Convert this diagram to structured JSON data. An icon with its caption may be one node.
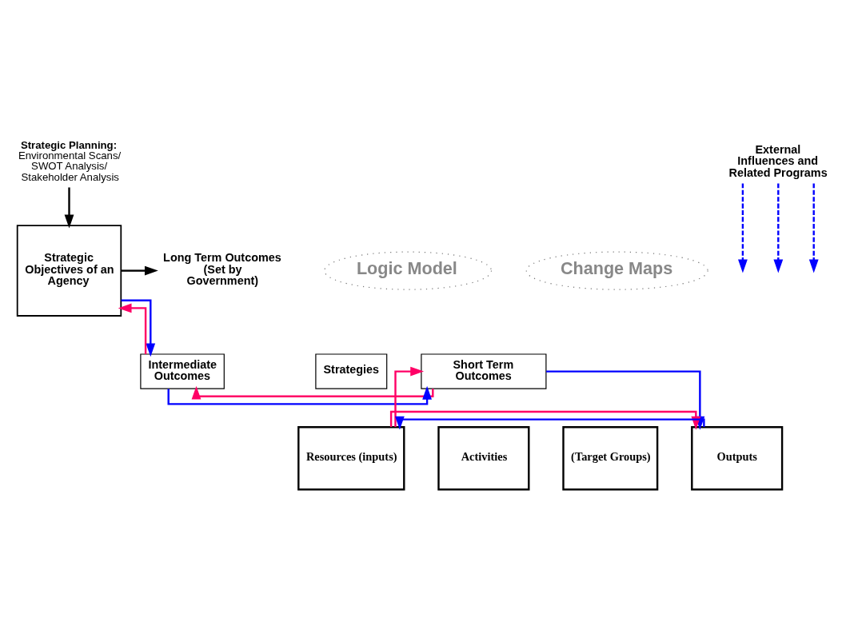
{
  "diagram": {
    "nodes": [
      {
        "text": [
          "Strategic Planning:",
          "Environmental Scans/ SWOT Analysis/ Stakeholder Analysis"
        ]
      },
      {
        "text": [
          "Long Term Outcomes (Set by Government)"
        ]
      },
      {
        "text": [
          "Strategic Objectives of an Agency"
        ]
      },
      {
        "text": [
          "Change Maps"
        ]
      },
      {
        "text": [
          "Short Term Outcomes"
        ]
      },
      {
        "text": [
          "Intermediate Outcomes"
        ]
      },
      {
        "text": [
          "Logic Model"
        ]
      },
      {
        "text": [
          "Strategies"
        ]
      },
      {
        "text": [
          "Resources (inputs)"
        ]
      },
      {
        "text": [
          "Activities"
        ]
      },
      {
        "text": [
          "(Target Groups)"
        ]
      },
      {
        "text": [
          "Outputs"
        ]
      },
      {
        "text": [
          "External Influences and Related Programs"
        ]
      }
    ],
    "edges": [
      {
        "from": 0,
        "to": 2,
        "arrow": "to",
        "color": "#000000"
      },
      {
        "from": 2,
        "to": 1,
        "arrow": "to",
        "color": "#000000"
      },
      {
        "from": 5,
        "to": 2,
        "arrow": "to",
        "color": "#ff0066"
      },
      {
        "from": 2,
        "to": 5,
        "arrow": "to",
        "color": "#0000ff"
      },
      {
        "from": 4,
        "to": 5,
        "arrow": "to",
        "color": "#ff0066"
      },
      {
        "from": 5,
        "to": 4,
        "arrow": "to",
        "color": "#0000ff"
      },
      {
        "from": 8,
        "to": 4,
        "arrow": "to",
        "color": "#ff0066"
      },
      {
        "from": 8,
        "to": 11,
        "arrow": "to",
        "color": "#ff0066"
      },
      {
        "from": 4,
        "to": 11,
        "arrow": "to",
        "color": "#0000ff"
      },
      {
        "from": 11,
        "to": 8,
        "arrow": "to",
        "color": "#0000ff"
      },
      {
        "from": 12,
        "to": null,
        "arrow": "to",
        "style": "dashed",
        "color": "#0000ff"
      },
      {
        "from": 12,
        "to": null,
        "arrow": "to",
        "style": "dashed",
        "color": "#0000ff"
      },
      {
        "from": 12,
        "to": null,
        "arrow": "to",
        "style": "dashed",
        "color": "#0000ff"
      }
    ]
  }
}
